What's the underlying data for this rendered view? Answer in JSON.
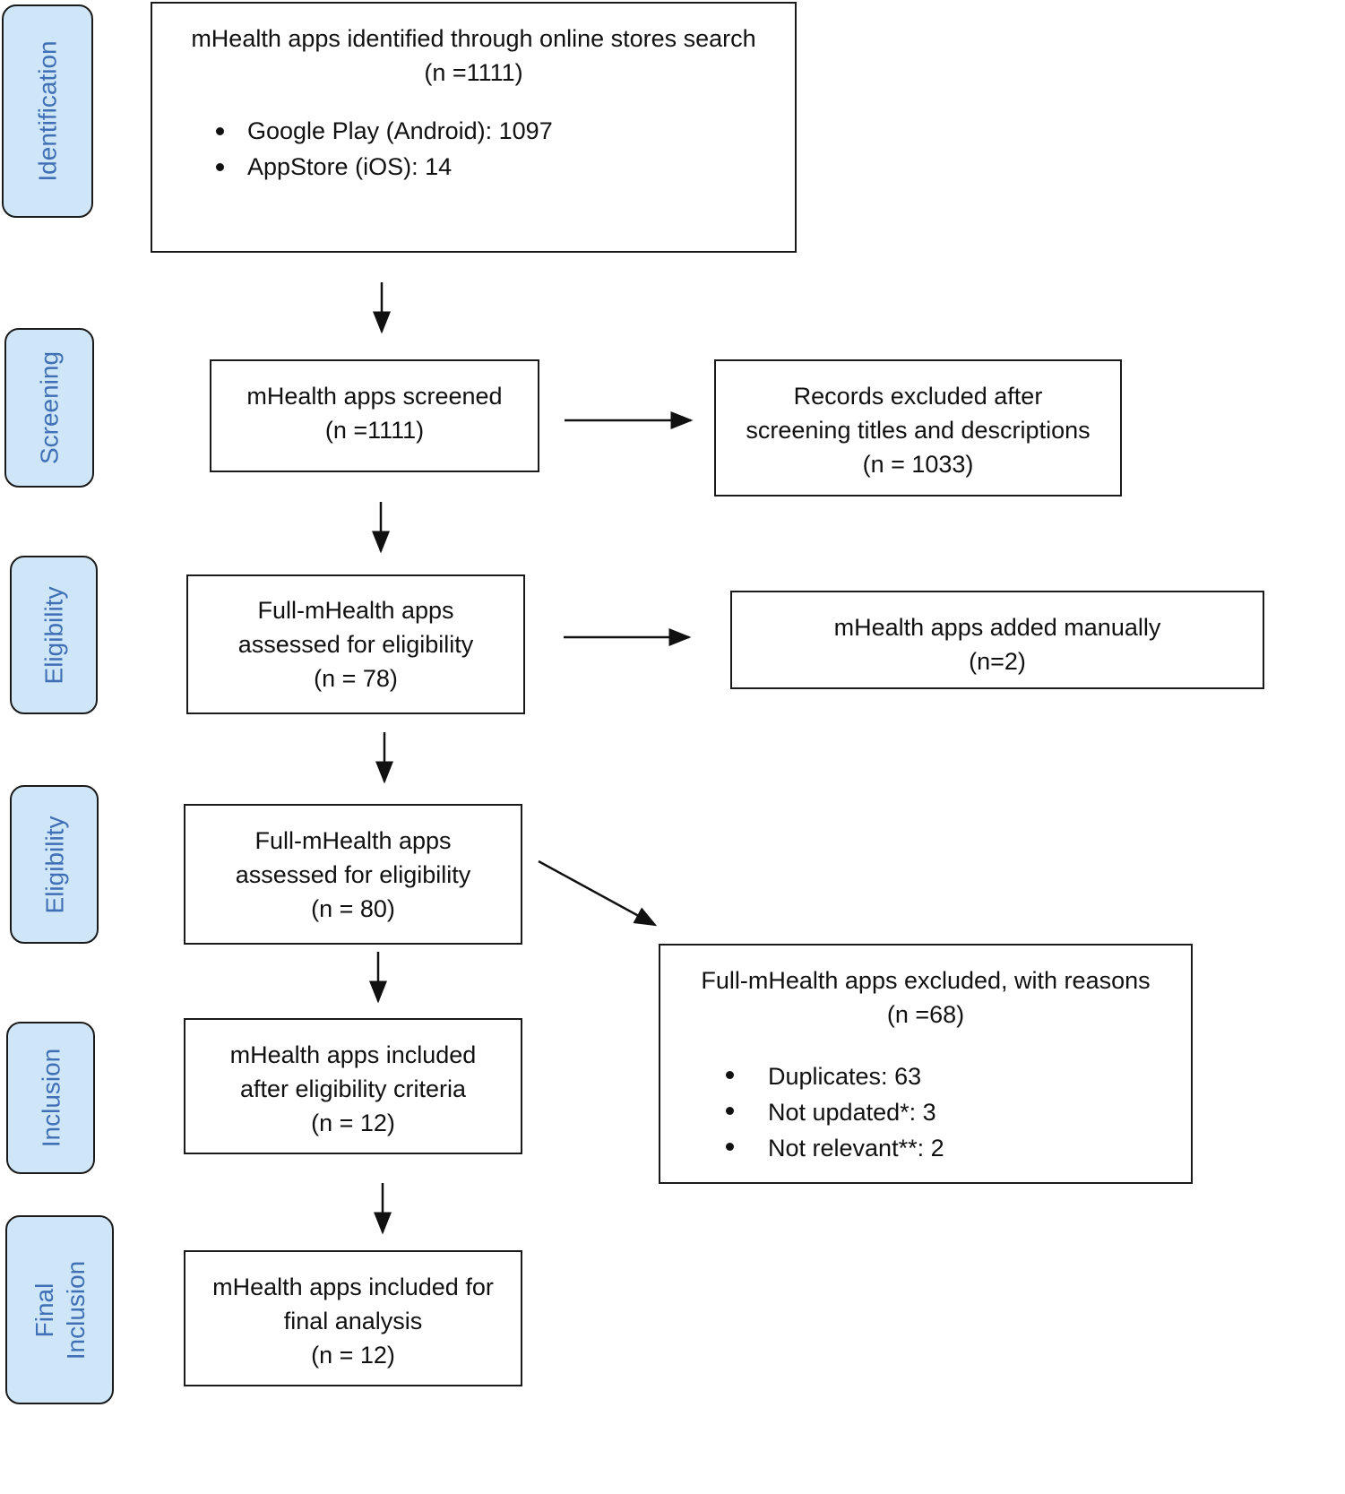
{
  "phases": {
    "identification": "Identification",
    "screening": "Screening",
    "eligibility_1": "Eligibility",
    "eligibility_2": "Eligibility",
    "inclusion": "Inclusion",
    "final_inclusion_line1": "Final",
    "final_inclusion_line2": "Inclusion"
  },
  "boxes": {
    "identified": {
      "title": "mHealth apps identified through online stores search",
      "count": "(n =1111)",
      "bullets": [
        "Google Play (Android): 1097",
        "AppStore (iOS): 14"
      ]
    },
    "screened": {
      "title": "mHealth apps screened",
      "count": "(n =1111)"
    },
    "excluded_screening": {
      "line1": "Records excluded after",
      "line2": "screening titles and descriptions",
      "count": "(n = 1033)"
    },
    "assessed_78": {
      "line1": "Full-mHealth apps",
      "line2": "assessed for eligibility",
      "count": "(n = 78)"
    },
    "added_manually": {
      "title": "mHealth apps added manually",
      "count": "(n=2)"
    },
    "assessed_80": {
      "line1": "Full-mHealth apps",
      "line2": "assessed for eligibility",
      "count": "(n = 80)"
    },
    "excluded_reasons": {
      "title": "Full-mHealth apps excluded, with reasons",
      "count": "(n =68)",
      "bullets": [
        "Duplicates: 63",
        "Not updated*: 3",
        "Not relevant**: 2"
      ]
    },
    "included": {
      "line1": "mHealth apps included",
      "line2": "after eligibility criteria",
      "count": "(n = 12)"
    },
    "final": {
      "line1": "mHealth apps included for",
      "line2": "final analysis",
      "count": "(n = 12)"
    }
  }
}
